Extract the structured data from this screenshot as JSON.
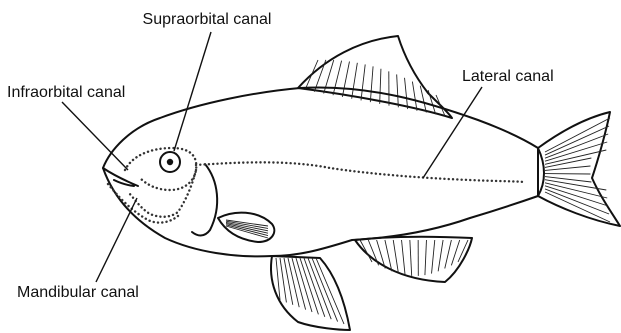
{
  "figure": {
    "labels": {
      "supraorbital": "Supraorbital canal",
      "infraorbital": "Infraorbital canal",
      "lateral": "Lateral canal",
      "mandibular": "Mandibular canal"
    },
    "colors": {
      "body_fill": "#dedede",
      "fin_fill": "#eeeeee",
      "outline": "#111111",
      "text": "#111111"
    }
  }
}
